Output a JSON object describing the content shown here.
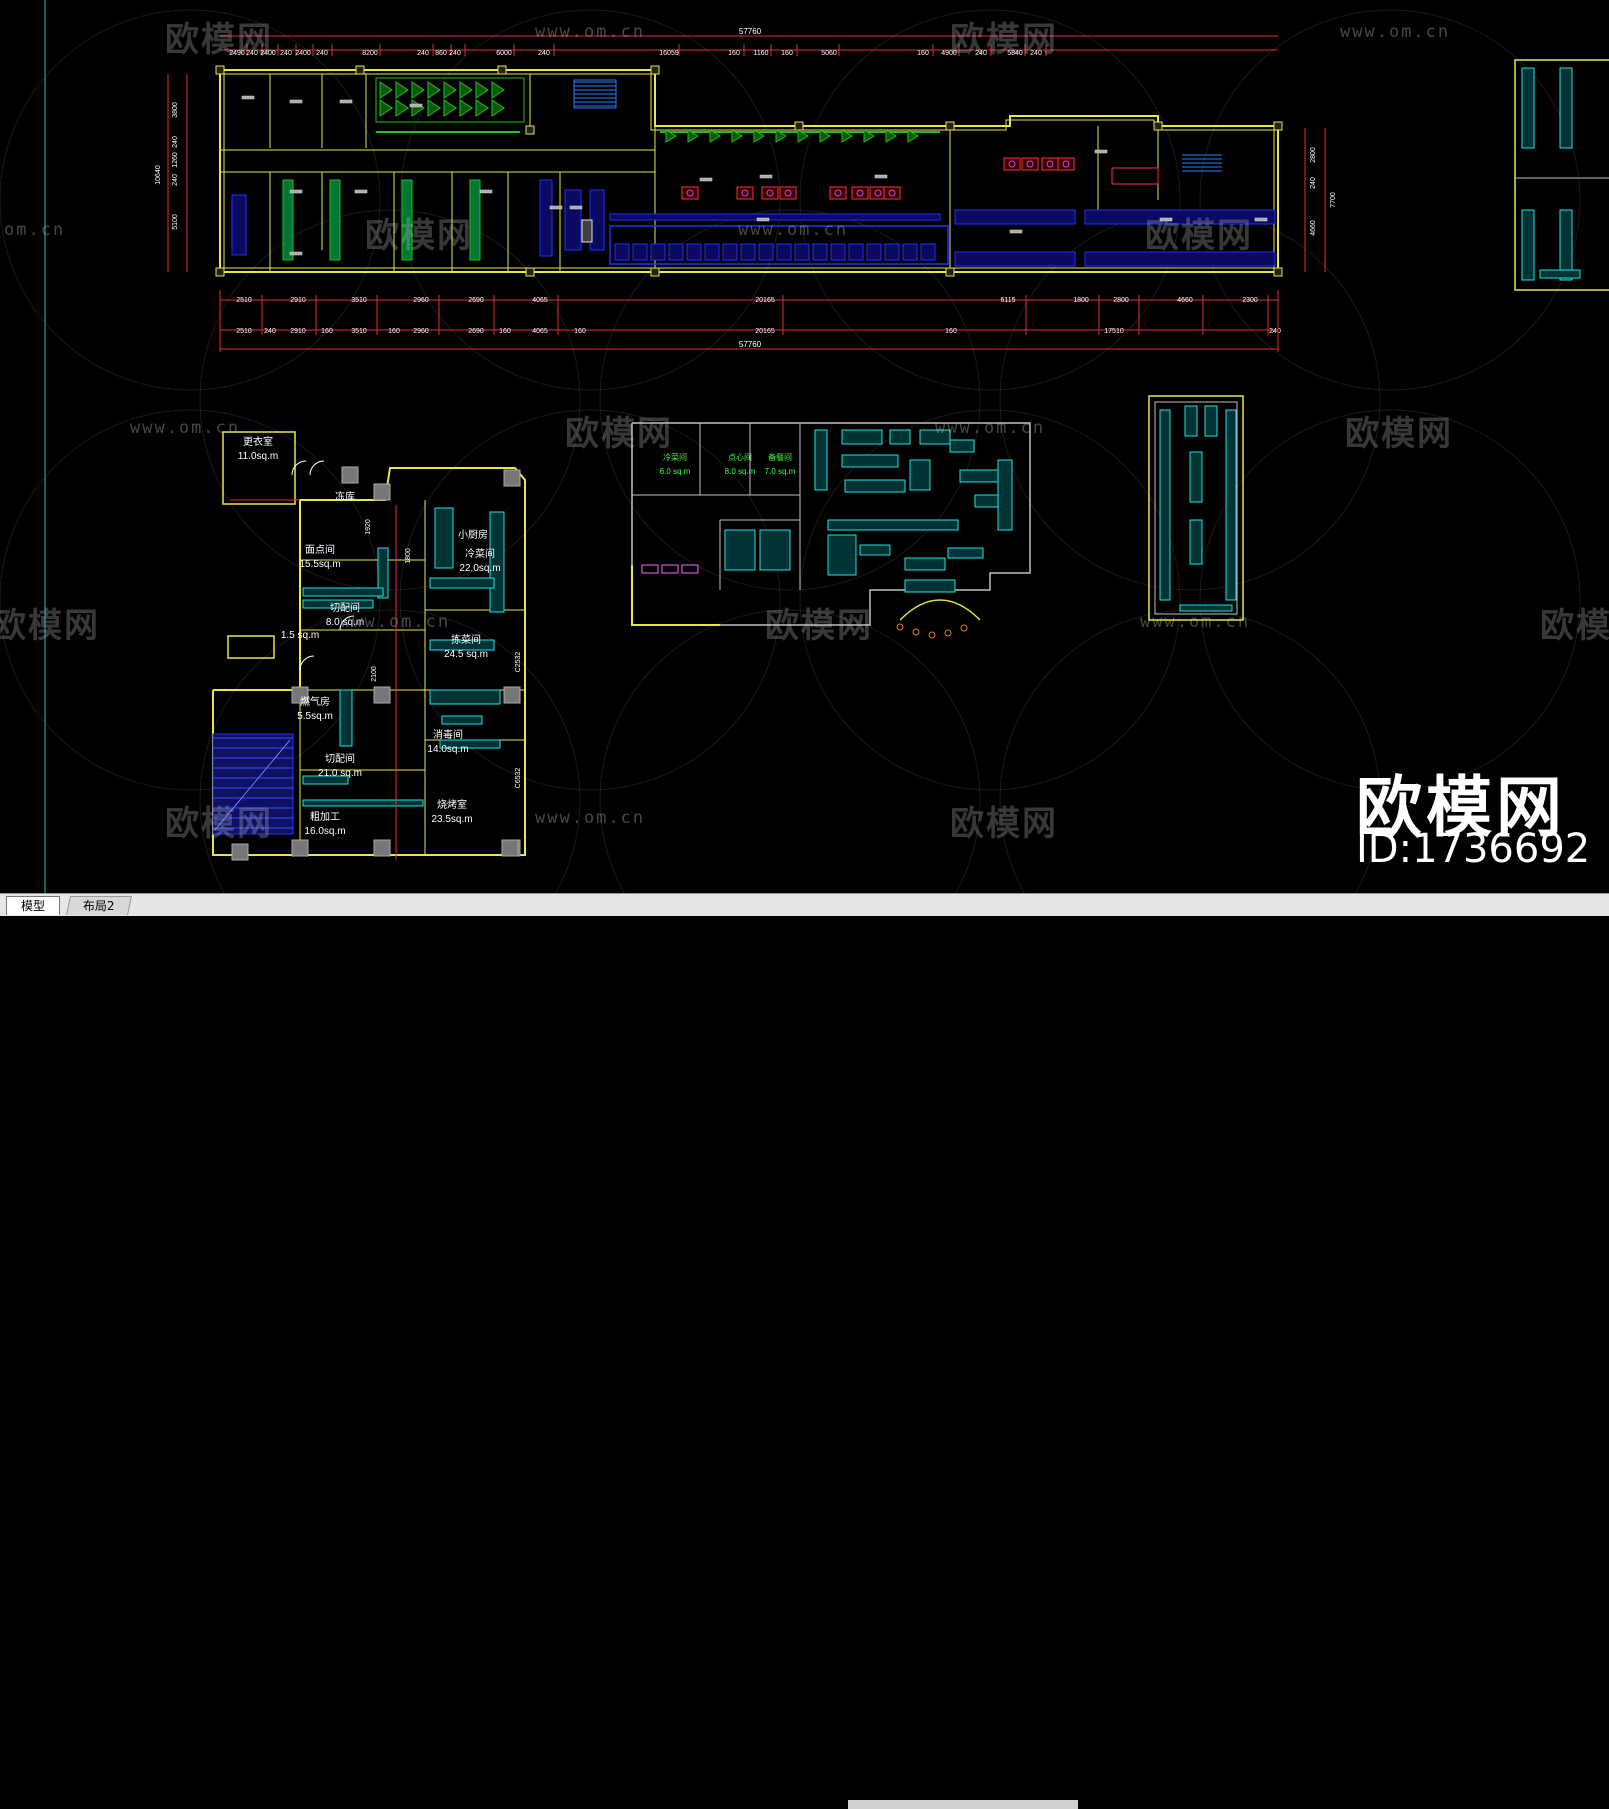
{
  "watermark": {
    "brand": "欧模网",
    "url": "www.om.cn",
    "url_short": "om.cn",
    "big_brand": "欧模网",
    "id_text": "ID:1736692"
  },
  "plan_top": {
    "total_dim_top": "57760",
    "total_dim_bottom": "57760",
    "top_dims": [
      "2490",
      "240",
      "2400",
      "240",
      "2400",
      "240",
      "8200",
      "240",
      "860",
      "240",
      "6000",
      "240",
      "16059",
      "160",
      "1160",
      "160",
      "5060",
      "160",
      "4900",
      "240",
      "5840",
      "240"
    ],
    "bottom_dims_row1": [
      "2510",
      "2910",
      "3510",
      "2960",
      "2690",
      "4065",
      "20165",
      "6115",
      "1800",
      "2800",
      "4660",
      "2300"
    ],
    "bottom_dims_row2": [
      "2510",
      "240",
      "2910",
      "160",
      "3510",
      "160",
      "2960",
      "2690",
      "160",
      "4065",
      "160",
      "20165",
      "160",
      "17510",
      "240"
    ],
    "left_dims": [
      "3800",
      "240",
      "1260",
      "240",
      "5100"
    ],
    "left_total": "10640",
    "right_dims": [
      "2800",
      "240",
      "4660"
    ],
    "right_total": "7700"
  },
  "plan_bottom_left": {
    "rooms": [
      {
        "name": "更衣室",
        "area": "11.0sq.m"
      },
      {
        "name": "冻库",
        "area": ""
      },
      {
        "name": "面点间",
        "area": "15.5sq.m"
      },
      {
        "name": "冷菜间",
        "area": "22.0sq.m"
      },
      {
        "name": "小厨房",
        "area": ""
      },
      {
        "name": "切配间",
        "area": "8.0 sq.m"
      },
      {
        "name": "拣菜间",
        "area": "24.5 sq.m"
      },
      {
        "name": "消毒间",
        "area": "14.0sq.m"
      },
      {
        "name": "燃气房",
        "area": "5.5sq.m"
      },
      {
        "name": "切配间",
        "area": "21.0 sq.m"
      },
      {
        "name": "粗加工",
        "area": "16.0sq.m"
      },
      {
        "name": "烧烤室",
        "area": "23.5sq.m"
      }
    ],
    "dims": [
      "1920",
      "1800",
      "2100",
      "C2532",
      "C6532"
    ],
    "misc_area": "1.5 sq.m"
  },
  "plan_bottom_mid": {
    "rooms": [
      {
        "name": "冷菜间",
        "area": "6.0 sq.m"
      },
      {
        "name": "点心间",
        "area": "8.0 sq.m"
      },
      {
        "name": "备餐间",
        "area": "7.0 sq.m"
      }
    ]
  },
  "tabs": {
    "model": "模型",
    "layout2": "布局2"
  },
  "colors": {
    "background": "#000000",
    "wall": "#e6e64a",
    "dimension": "#e03030",
    "equipment_blue": "#2030ff",
    "equipment_cyan": "#20e0e0",
    "equipment_green": "#20c020",
    "text_white": "#ffffff"
  }
}
